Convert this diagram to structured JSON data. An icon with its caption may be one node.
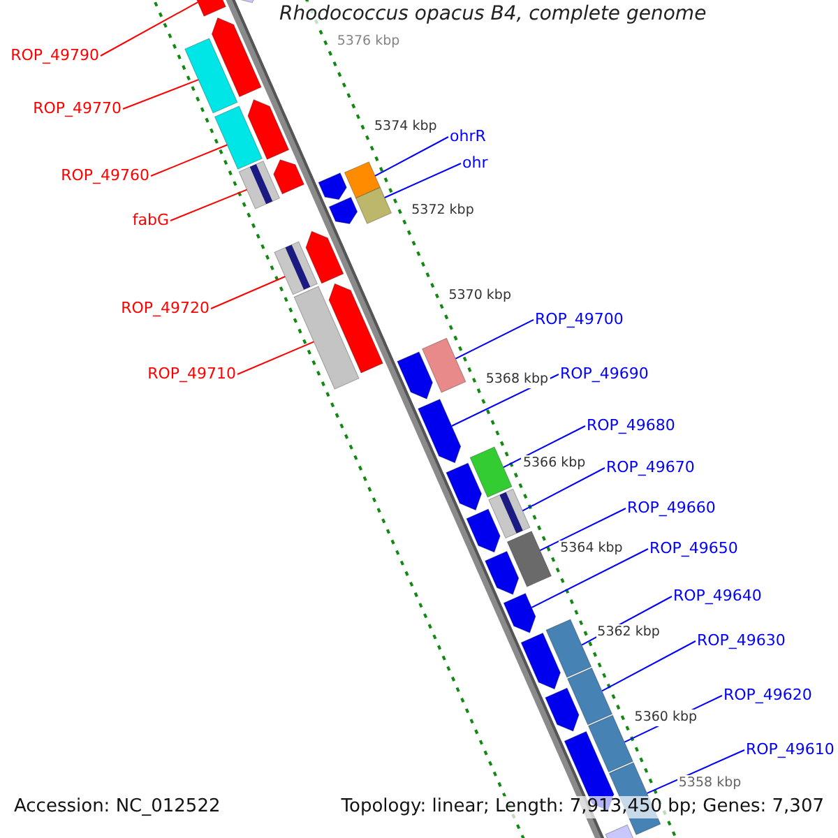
{
  "diagram": {
    "title": "Rhodococcus opacus B4, complete genome",
    "nodes": [
      {
        "text": [
          "ROP_49790"
        ]
      },
      {
        "text": [
          "ROP_49770"
        ]
      },
      {
        "text": [
          "ROP_49760"
        ]
      },
      {
        "text": [
          "fabG"
        ]
      },
      {
        "text": [
          "ROP_49720"
        ]
      },
      {
        "text": [
          "ROP_49710"
        ]
      },
      {
        "text": [
          "ohrR"
        ]
      },
      {
        "text": [
          "ohr"
        ]
      },
      {
        "text": [
          "ROP_49700"
        ]
      },
      {
        "text": [
          "ROP_49690"
        ]
      },
      {
        "text": [
          "ROP_49680"
        ]
      },
      {
        "text": [
          "ROP_49670"
        ]
      },
      {
        "text": [
          "ROP_49660"
        ]
      },
      {
        "text": [
          "ROP_49650"
        ]
      },
      {
        "text": [
          "ROP_49640"
        ]
      },
      {
        "text": [
          "ROP_49630"
        ]
      },
      {
        "text": [
          "ROP_49620"
        ]
      },
      {
        "text": [
          "ROP_49610"
        ]
      },
      {
        "text": [],
        "shape": "arrow"
      },
      {
        "text": [],
        "shape": "arrow"
      },
      {
        "text": [],
        "shape": "arrow"
      },
      {
        "text": [],
        "shape": "bar"
      },
      {
        "text": [],
        "shape": "arrow"
      },
      {
        "text": [],
        "shape": "bar"
      },
      {
        "text": [],
        "shape": "bar"
      },
      {
        "text": [],
        "shape": "arrow"
      },
      {
        "text": [],
        "shape": "arrow"
      },
      {
        "text": [],
        "shape": "bar"
      },
      {
        "text": [],
        "shape": "arrow"
      },
      {
        "text": [],
        "shape": "bar"
      },
      {
        "text": [],
        "shape": "arrow"
      },
      {
        "text": [],
        "shape": "bar"
      },
      {
        "text": [],
        "shape": "bar"
      },
      {
        "text": [],
        "shape": "arrow"
      },
      {
        "text": [],
        "shape": "bar"
      },
      {
        "text": [],
        "shape": "arrow"
      },
      {
        "text": [],
        "shape": "arrow"
      },
      {
        "text": [],
        "shape": "bar"
      },
      {
        "text": [],
        "shape": "arrow"
      },
      {
        "text": [],
        "shape": "bar"
      },
      {
        "text": [],
        "shape": "arrow"
      },
      {
        "text": [],
        "shape": "bar"
      },
      {
        "text": [],
        "shape": "arrow"
      },
      {
        "text": [],
        "shape": "arrow"
      },
      {
        "text": [],
        "shape": "bar"
      },
      {
        "text": [],
        "shape": "arrow"
      },
      {
        "text": [],
        "shape": "bar"
      },
      {
        "text": [],
        "shape": "arrow"
      },
      {
        "text": [],
        "shape": "bar"
      },
      {
        "text": [],
        "shape": "arrow"
      },
      {
        "text": [],
        "shape": "bar"
      },
      {
        "text": [],
        "shape": "arrow"
      }
    ],
    "edges": [
      {
        "from": 0,
        "to": 18,
        "arrow": "none",
        "color": "#ff0000"
      },
      {
        "from": 1,
        "to": 21,
        "arrow": "none",
        "color": "#ff0000"
      },
      {
        "from": 2,
        "to": 23,
        "arrow": "none",
        "color": "#ff0000"
      },
      {
        "from": 3,
        "to": 24,
        "arrow": "none",
        "color": "#ff0000"
      },
      {
        "from": 4,
        "to": 31,
        "arrow": "none",
        "color": "#ff0000"
      },
      {
        "from": 5,
        "to": 32,
        "arrow": "none",
        "color": "#ff0000"
      },
      {
        "from": 6,
        "to": 27,
        "arrow": "none",
        "color": "#0000ff"
      },
      {
        "from": 7,
        "to": 29,
        "arrow": "none",
        "color": "#0000ff"
      },
      {
        "from": 8,
        "to": 34,
        "arrow": "none",
        "color": "#0000ff"
      },
      {
        "from": 9,
        "to": 36,
        "arrow": "none",
        "color": "#0000ff"
      },
      {
        "from": 10,
        "to": 37,
        "arrow": "none",
        "color": "#0000ff"
      },
      {
        "from": 11,
        "to": 39,
        "arrow": "none",
        "color": "#0000ff"
      },
      {
        "from": 12,
        "to": 41,
        "arrow": "none",
        "color": "#0000ff"
      },
      {
        "from": 13,
        "to": 43,
        "arrow": "none",
        "color": "#0000ff"
      },
      {
        "from": 14,
        "to": 44,
        "arrow": "none",
        "color": "#0000ff"
      },
      {
        "from": 15,
        "to": 46,
        "arrow": "none",
        "color": "#0000ff"
      },
      {
        "from": 16,
        "to": 48,
        "arrow": "none",
        "color": "#0000ff"
      },
      {
        "from": 17,
        "to": 50,
        "arrow": "none",
        "color": "#0000ff"
      }
    ],
    "labels": [
      "5376 kbp",
      "5374 kbp",
      "5372 kbp",
      "5370 kbp",
      "5368 kbp",
      "5366 kbp",
      "5364 kbp",
      "5362 kbp",
      "5360 kbp",
      "5358 kbp",
      "Accession: NC_012522",
      "Topology: linear; Length: 7,913,450 bp; Genes: 7,307"
    ]
  }
}
